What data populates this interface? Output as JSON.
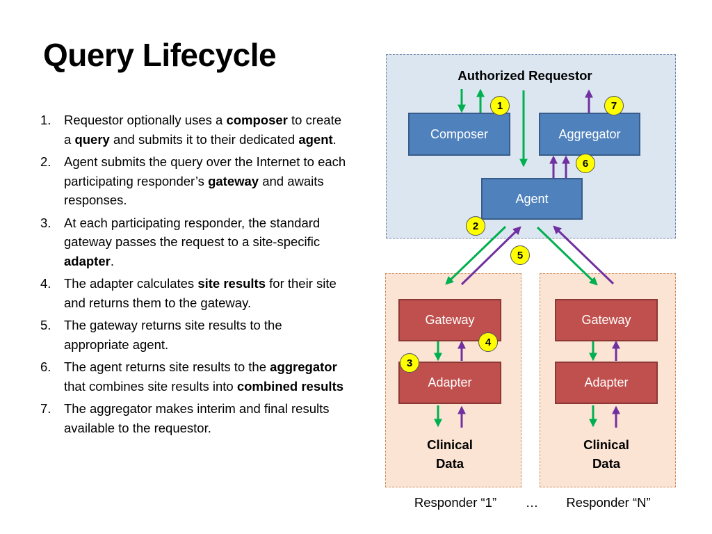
{
  "title": "Query Lifecycle",
  "steps": [
    {
      "number": "1.",
      "segments": [
        {
          "text": "Requestor optionally uses a ",
          "bold": false
        },
        {
          "text": "composer",
          "bold": true
        },
        {
          "text": " to create a ",
          "bold": false
        },
        {
          "text": "query",
          "bold": true
        },
        {
          "text": " and submits it to their dedicated ",
          "bold": false
        },
        {
          "text": "agent",
          "bold": true
        },
        {
          "text": ".",
          "bold": false
        }
      ]
    },
    {
      "number": "2.",
      "segments": [
        {
          "text": "Agent submits the query over the Internet to each participating responder’s ",
          "bold": false
        },
        {
          "text": "gateway",
          "bold": true
        },
        {
          "text": " and awaits responses.",
          "bold": false
        }
      ]
    },
    {
      "number": "3.",
      "segments": [
        {
          "text": "At each participating responder, the standard gateway passes the request to a site-specific ",
          "bold": false
        },
        {
          "text": "adapter",
          "bold": true
        },
        {
          "text": ".",
          "bold": false
        }
      ]
    },
    {
      "number": "4.",
      "segments": [
        {
          "text": "The adapter calculates ",
          "bold": false
        },
        {
          "text": "site results",
          "bold": true
        },
        {
          "text": " for their site and returns them to the gateway.",
          "bold": false
        }
      ]
    },
    {
      "number": "5.",
      "segments": [
        {
          "text": "The gateway returns site results to the appropriate agent.",
          "bold": false
        }
      ]
    },
    {
      "number": "6.",
      "segments": [
        {
          "text": "The agent returns site results to the ",
          "bold": false
        },
        {
          "text": "aggregator",
          "bold": true
        },
        {
          "text": " that combines site results into ",
          "bold": false
        },
        {
          "text": "combined results",
          "bold": true
        }
      ]
    },
    {
      "number": "7.",
      "segments": [
        {
          "text": "The aggregator makes interim and final results available to the requestor.",
          "bold": false
        }
      ]
    }
  ],
  "diagram": {
    "requestor_label": "Authorized Requestor",
    "composer": "Composer",
    "aggregator": "Aggregator",
    "agent": "Agent",
    "responders": [
      {
        "gateway": "Gateway",
        "adapter": "Adapter",
        "data_line1": "Clinical",
        "data_line2": "Data",
        "caption": "Responder “1”"
      },
      {
        "gateway": "Gateway",
        "adapter": "Adapter",
        "data_line1": "Clinical",
        "data_line2": "Data",
        "caption": "Responder “N”"
      }
    ],
    "ellipsis": "…",
    "badges": [
      "1",
      "2",
      "3",
      "4",
      "5",
      "6",
      "7"
    ],
    "colors": {
      "request_arrow": "#00b050",
      "response_arrow": "#7030a0",
      "blue_box": "#4f81bd",
      "red_box": "#c0504d",
      "top_panel": "#dce6f1",
      "responder_panel": "#fce4d4",
      "badge": "#ffff00"
    }
  }
}
